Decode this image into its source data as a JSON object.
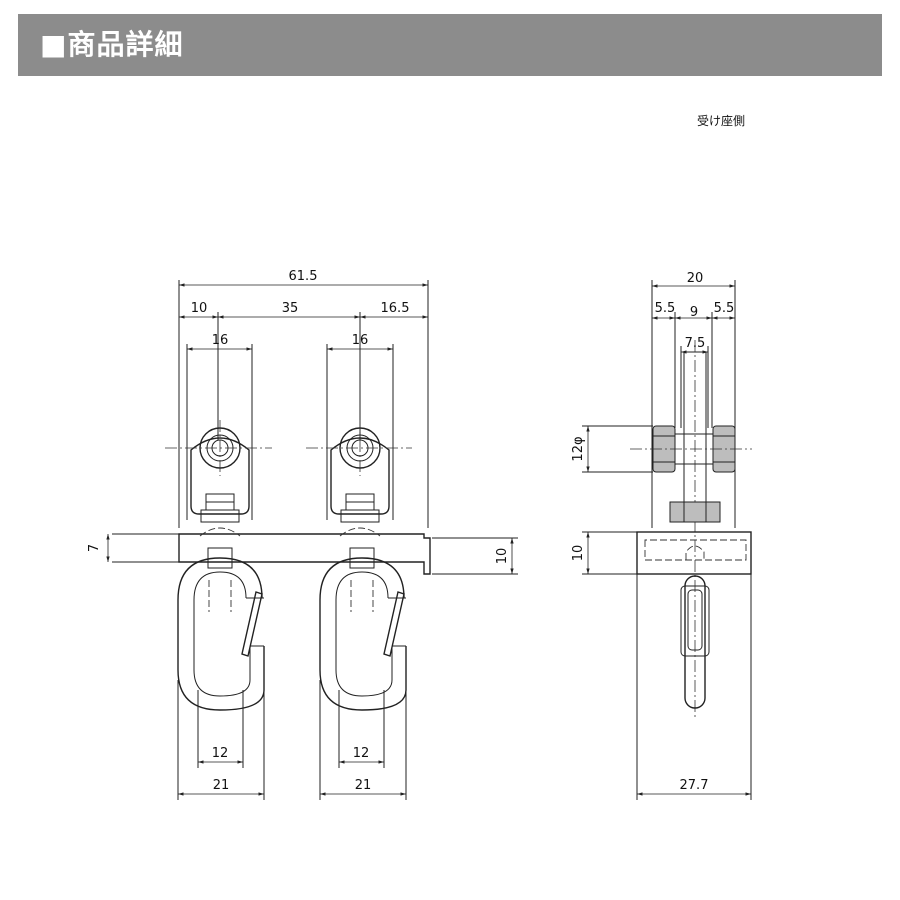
{
  "header": {
    "title": "■商品詳細"
  },
  "side_view_caption": "受け座側",
  "front_dims": {
    "overall": "61.5",
    "left": "10",
    "middle": "35",
    "right": "16.5",
    "roller_left": "16",
    "roller_right": "16",
    "rail_h_left": "7",
    "rail_h_right": "10",
    "hook_inner_left": "12",
    "hook_inner_right": "12",
    "hook_outer_left": "21",
    "hook_outer_right": "21"
  },
  "side_dims": {
    "overall": "20",
    "left": "5.5",
    "middle": "9",
    "right": "5.5",
    "stem": "7.5",
    "wheel": "12φ",
    "base_h": "10",
    "base_w": "27.7"
  }
}
